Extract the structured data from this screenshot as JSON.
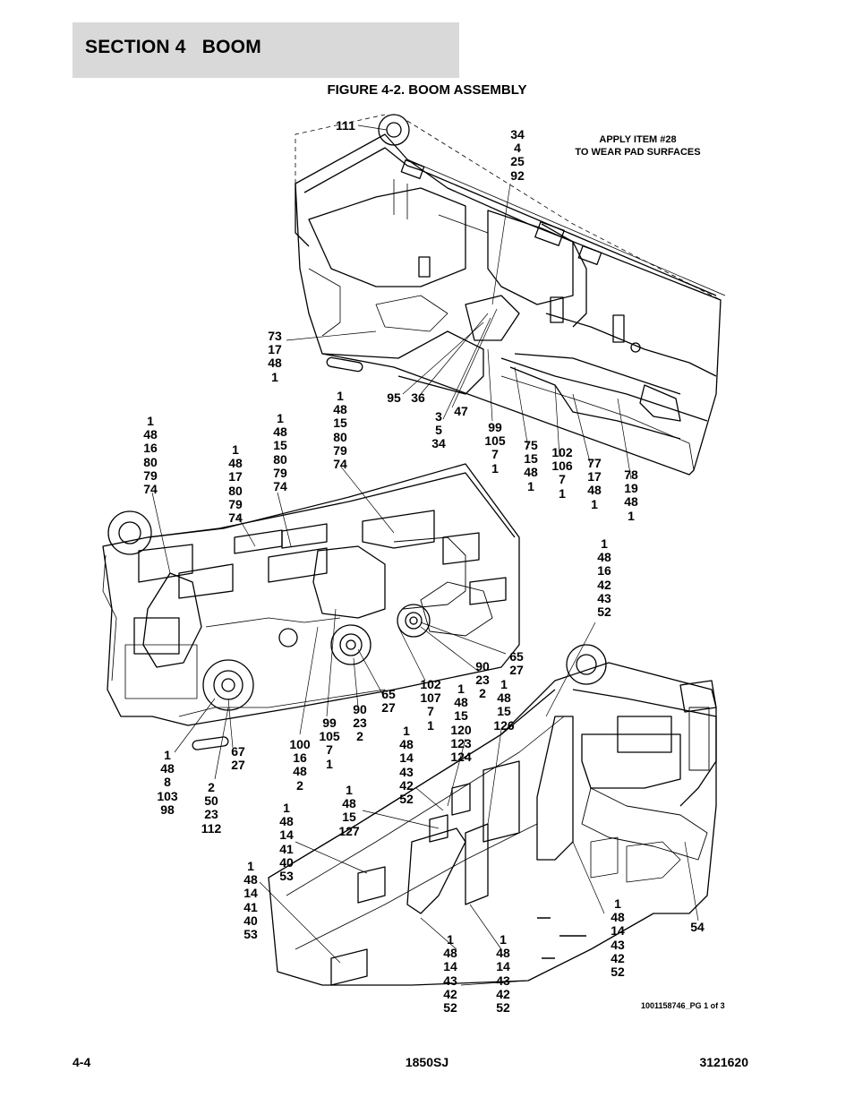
{
  "header": {
    "section": "SECTION 4   BOOM"
  },
  "figure_title": "FIGURE 4-2. BOOM ASSEMBLY",
  "note": [
    "APPLY ITEM #28",
    "TO WEAR PAD SURFACES"
  ],
  "callouts": [
    {
      "lines": [
        "111"
      ]
    },
    {
      "lines": [
        "34",
        "4",
        "25",
        "92"
      ]
    },
    {
      "lines": [
        "73",
        "17",
        "48",
        "1"
      ]
    },
    {
      "lines": [
        "95"
      ]
    },
    {
      "lines": [
        "36"
      ]
    },
    {
      "lines": [
        "47"
      ]
    },
    {
      "lines": [
        "3",
        "5",
        "34"
      ]
    },
    {
      "lines": [
        "99",
        "105",
        "7",
        "1"
      ]
    },
    {
      "lines": [
        "75",
        "15",
        "48",
        "1"
      ]
    },
    {
      "lines": [
        "102",
        "106",
        "7",
        "1"
      ]
    },
    {
      "lines": [
        "77",
        "17",
        "48",
        "1"
      ]
    },
    {
      "lines": [
        "78",
        "19",
        "48",
        "1"
      ]
    },
    {
      "lines": [
        "1",
        "48",
        "16",
        "80",
        "79",
        "74"
      ]
    },
    {
      "lines": [
        "1",
        "48",
        "17",
        "80",
        "79",
        "74"
      ]
    },
    {
      "lines": [
        "1",
        "48",
        "15",
        "80",
        "79",
        "74"
      ]
    },
    {
      "lines": [
        "1",
        "48",
        "15",
        "80",
        "79",
        "74"
      ]
    },
    {
      "lines": [
        "1",
        "48",
        "16",
        "42",
        "43",
        "52"
      ]
    },
    {
      "lines": [
        "65",
        "27"
      ]
    },
    {
      "lines": [
        "90",
        "23",
        "2"
      ]
    },
    {
      "lines": [
        "1",
        "48",
        "15",
        "126"
      ]
    },
    {
      "lines": [
        "102",
        "107",
        "7",
        "1"
      ]
    },
    {
      "lines": [
        "1",
        "48",
        "15",
        "120",
        "123",
        "124"
      ]
    },
    {
      "lines": [
        "65",
        "27"
      ]
    },
    {
      "lines": [
        "90",
        "23",
        "2"
      ]
    },
    {
      "lines": [
        "99",
        "105",
        "7",
        "1"
      ]
    },
    {
      "lines": [
        "100",
        "16",
        "48",
        "2"
      ]
    },
    {
      "lines": [
        "67",
        "27"
      ]
    },
    {
      "lines": [
        "1",
        "48",
        "8",
        "103",
        "98"
      ]
    },
    {
      "lines": [
        "2",
        "50",
        "23",
        "112"
      ]
    },
    {
      "lines": [
        "1",
        "48",
        "14",
        "43",
        "42",
        "52"
      ]
    },
    {
      "lines": [
        "1",
        "48",
        "15",
        "127"
      ]
    },
    {
      "lines": [
        "1",
        "48",
        "14",
        "41",
        "40",
        "53"
      ]
    },
    {
      "lines": [
        "1",
        "48",
        "14",
        "41",
        "40",
        "53"
      ]
    },
    {
      "lines": [
        "1",
        "48",
        "14",
        "43",
        "42",
        "52"
      ]
    },
    {
      "lines": [
        "1",
        "48",
        "14",
        "43",
        "42",
        "52"
      ]
    },
    {
      "lines": [
        "1",
        "48",
        "14",
        "43",
        "42",
        "52"
      ]
    },
    {
      "lines": [
        "54"
      ]
    }
  ],
  "doc_ref": "1001158746_PG 1 of 3",
  "footer": {
    "page": "4-4",
    "model": "1850SJ",
    "part_number": "3121620"
  }
}
